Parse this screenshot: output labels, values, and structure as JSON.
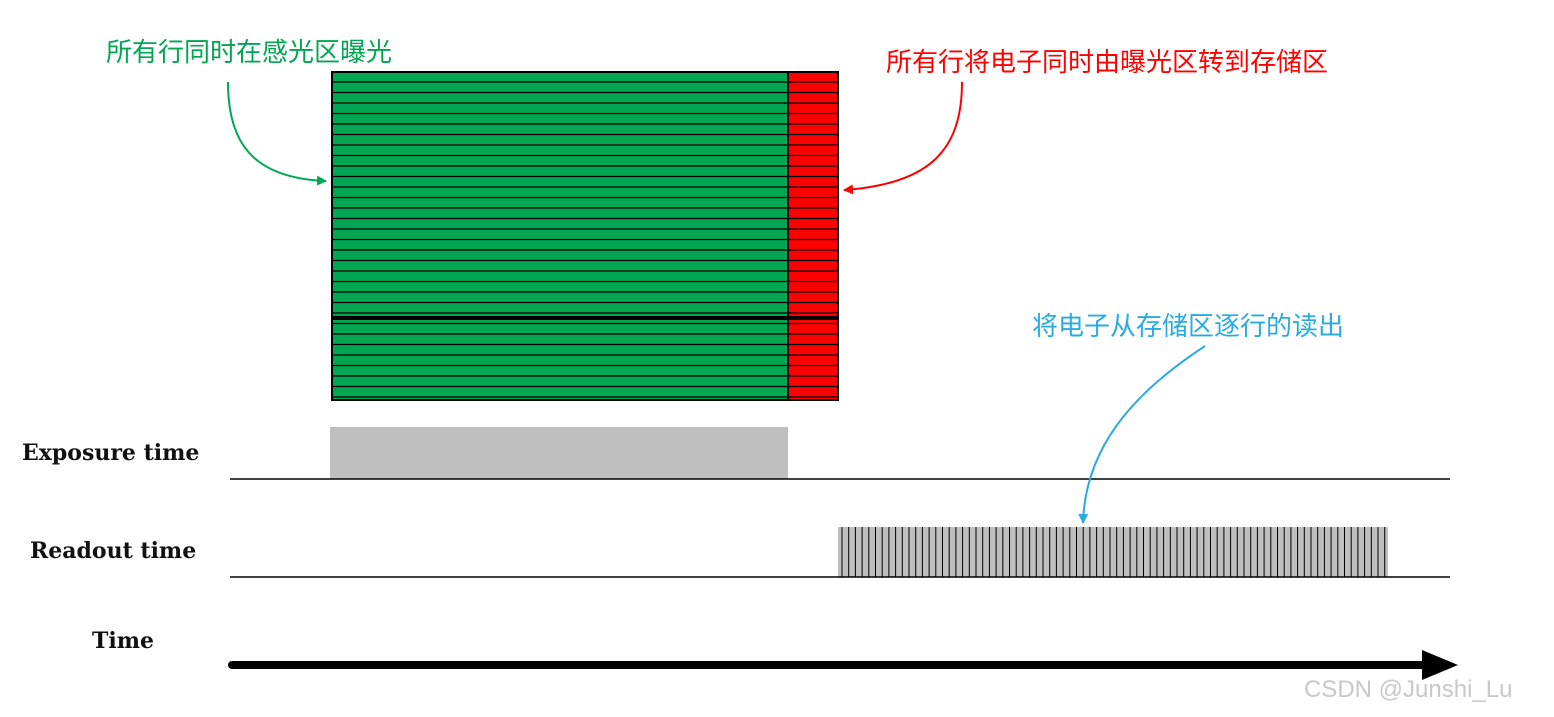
{
  "annotations": {
    "global_exposure": "所有行同时在感光区曝光",
    "transfer_to_storage": "所有行将电子同时由曝光区转到存储区",
    "row_readout": "将电子从存储区逐行的读出"
  },
  "axis_labels": {
    "exposure": "Exposure time",
    "readout": "Readout time",
    "time": "Time"
  },
  "watermark": "CSDN @Junshi_Lu",
  "colors": {
    "green": "#00a651",
    "red": "#ff0000",
    "blue": "#29abe2",
    "gray": "#bfbfbf",
    "black": "#000000"
  }
}
